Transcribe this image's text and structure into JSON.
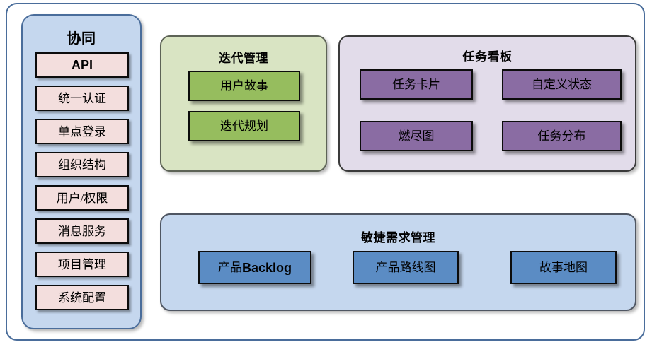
{
  "diagram": {
    "outer_frame_color": "#4a6d9b",
    "sidebar": {
      "title": "协同",
      "panel_color": "#c5d7ee",
      "item_color": "#f3dedd",
      "items": [
        {
          "label": "API",
          "emphasis": "bold"
        },
        {
          "label": "统一认证",
          "emphasis": "normal"
        },
        {
          "label": "单点登录",
          "emphasis": "normal"
        },
        {
          "label": "组织结构",
          "emphasis": "normal"
        },
        {
          "label": "用户/权限",
          "emphasis": "normal"
        },
        {
          "label": "消息服务",
          "emphasis": "normal"
        },
        {
          "label": "项目管理",
          "emphasis": "normal"
        },
        {
          "label": "系统配置",
          "emphasis": "normal"
        }
      ]
    },
    "iteration_panel": {
      "title": "迭代管理",
      "panel_color": "#d9e4c3",
      "card_color": "#96bd5e",
      "cards": [
        {
          "label": "用户故事"
        },
        {
          "label": "迭代规划"
        }
      ]
    },
    "taskboard_panel": {
      "title": "任务看板",
      "panel_color": "#e2dcea",
      "card_color": "#8a6ca3",
      "cards": [
        {
          "label": "任务卡片"
        },
        {
          "label": "自定义状态"
        },
        {
          "label": "燃尽图"
        },
        {
          "label": "任务分布"
        }
      ]
    },
    "agile_panel": {
      "title": "敏捷需求管理",
      "panel_color": "#c5d7ee",
      "card_color": "#5b8cc4",
      "cards": [
        {
          "label_cjk": "产品",
          "label_latin": "Backlog"
        },
        {
          "label": "产品路线图"
        },
        {
          "label": "故事地图"
        }
      ]
    }
  }
}
